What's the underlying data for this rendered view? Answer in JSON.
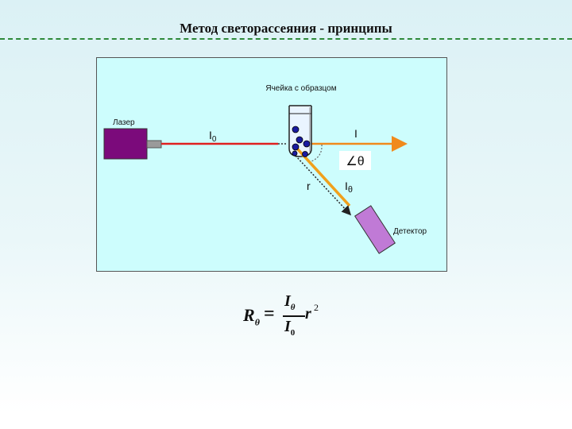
{
  "title": "Метод светорассеяния - принципы",
  "diagram": {
    "cell_label": "Ячейка с образцом",
    "laser_label": "Лазер",
    "incident_label_main": "I",
    "incident_label_sub": "0",
    "transmitted_label": "I",
    "angle_label": "∠θ",
    "distance_label": "r",
    "scattered_label_main": "I",
    "scattered_label_sub": "θ",
    "detector_label": "Детектор"
  },
  "formula": {
    "lhs": "R",
    "lhs_sub": "θ",
    "equals": "=",
    "numerator": "I",
    "numerator_sub": "θ",
    "denominator": "I",
    "denominator_sub": "0",
    "factor": "r",
    "exponent": "2"
  },
  "colors": {
    "panel_background": "#cdfdfd",
    "laser_body": "#7b0a7b",
    "incident_beam": "#e02020",
    "transmitted_beam": "#f08a1c",
    "scattered_beam": "#f0a01c",
    "detector": "#c07ad6",
    "particles": "#1a1aa0",
    "title_rule": "#2e8a3a"
  }
}
